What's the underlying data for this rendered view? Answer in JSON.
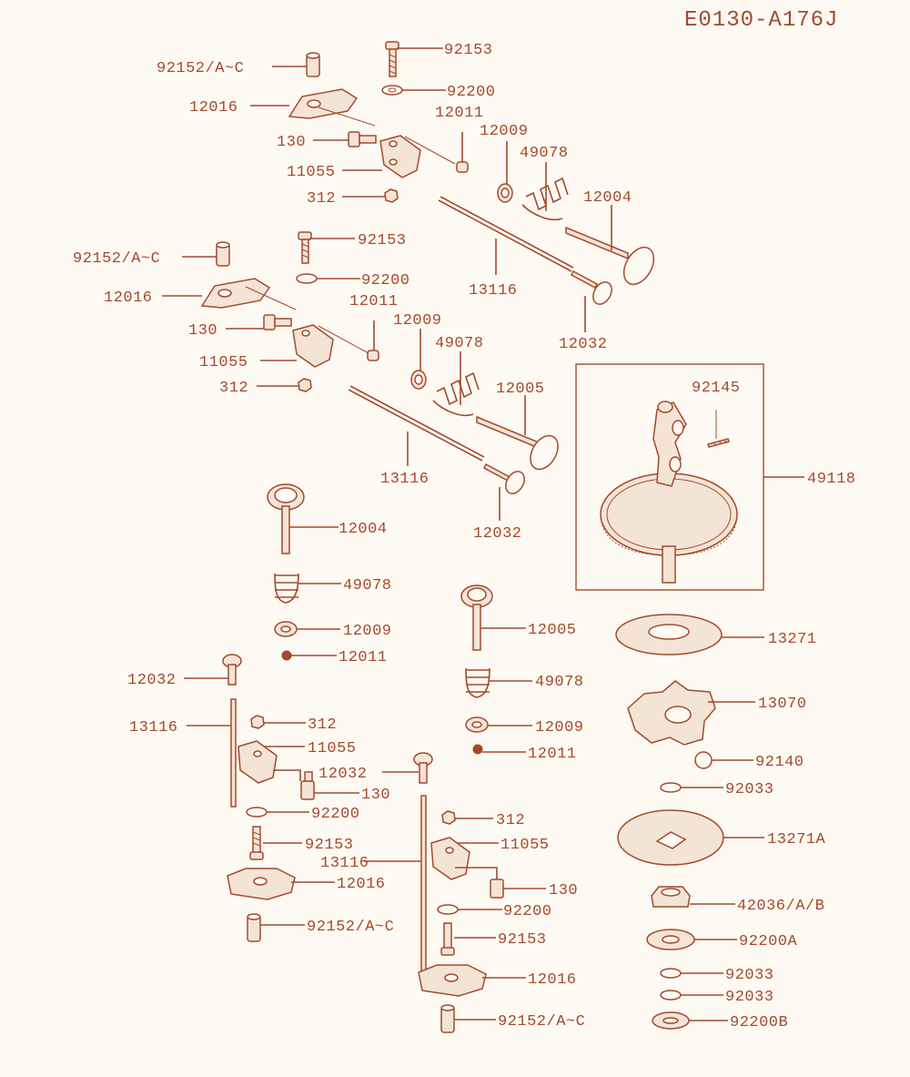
{
  "diagram_id": "E0130-A176J",
  "colors": {
    "ink": "#a5492c",
    "background": "#fdfaf3",
    "part_fill": "#f3e4d6"
  },
  "labels": {
    "l1": "92153",
    "l2": "92152/A~C",
    "l3": "92200",
    "l4": "12016",
    "l5": "12011",
    "l6": "12009",
    "l7": "130",
    "l8": "49078",
    "l9": "11055",
    "l10": "12004",
    "l11": "312",
    "l12": "92153",
    "l13": "92152/A~C",
    "l14": "92200",
    "l15": "12016",
    "l16": "13116",
    "l17": "12011",
    "l18": "12032",
    "l19": "130",
    "l20": "12009",
    "l21": "49078",
    "l22": "11055",
    "l23": "12005",
    "l24": "312",
    "l25": "92145",
    "l26": "13116",
    "l27": "49118",
    "l28": "12004",
    "l29": "12032",
    "l30": "49078",
    "l31": "12005",
    "l32": "12009",
    "l33": "13271",
    "l34": "12011",
    "l35": "12032",
    "l36": "49078",
    "l37": "13116",
    "l38": "312",
    "l39": "13070",
    "l40": "12009",
    "l41": "11055",
    "l42": "12011",
    "l43": "12032",
    "l44": "92140",
    "l45": "130",
    "l46": "92033",
    "l47": "92200",
    "l48": "312",
    "l49": "92153",
    "l50": "13271A",
    "l51": "11055",
    "l52": "13116",
    "l53": "12016",
    "l54": "130",
    "l55": "42036/A/B",
    "l56": "92200",
    "l57": "92152/A~C",
    "l58": "92200A",
    "l59": "92153",
    "l60": "92033",
    "l61": "12016",
    "l62": "92033",
    "l63": "92152/A~C",
    "l64": "92200B"
  }
}
